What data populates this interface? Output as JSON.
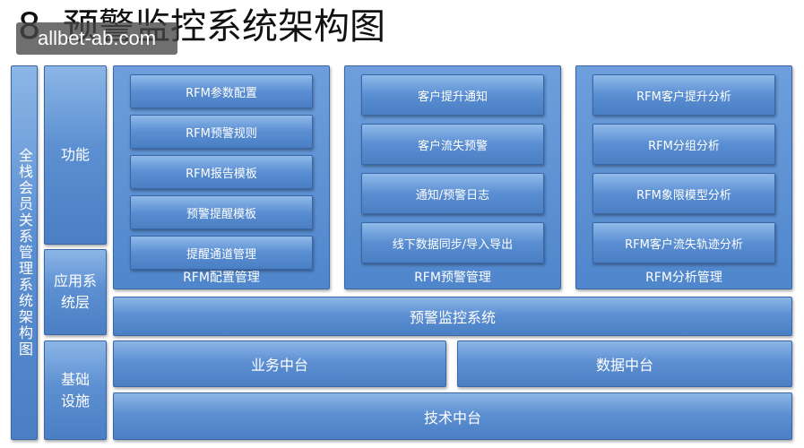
{
  "title": {
    "number": "8",
    "text": "预警监控系统架构图"
  },
  "watermark": "allbet-ab.com",
  "left_label": "全栈会员关系管理系统架构图",
  "layers": {
    "function": "功能",
    "application": "应用系\n统层",
    "infrastructure": "基础\n设施"
  },
  "panels": [
    {
      "label": "RFM配置管理",
      "items": [
        "RFM参数配置",
        "RFM预警规则",
        "RFM报告模板",
        "预警提醒模板",
        "提醒通道管理"
      ]
    },
    {
      "label": "RFM预警管理",
      "items": [
        "客户提升通知",
        "客户流失预警",
        "通知/预警日志",
        "线下数据同步/导入导出"
      ]
    },
    {
      "label": "RFM分析管理",
      "items": [
        "RFM客户提升分析",
        "RFM分组分析",
        "RFM象限模型分析",
        "RFM客户流失轨迹分析"
      ]
    }
  ],
  "app_system": "预警监控系统",
  "business_platform": "业务中台",
  "data_platform": "数据中台",
  "tech_platform": "技术中台"
}
